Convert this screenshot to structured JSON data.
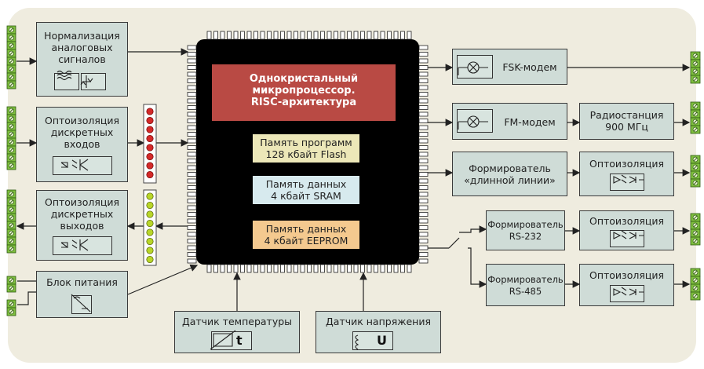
{
  "blocks": {
    "norm_analog": "Нормализация\nаналоговых\nсигналов",
    "opto_in": "Оптоизоляция\nдискретных\nвходов",
    "opto_out": "Оптоизоляция\nдискретных\nвыходов",
    "power": "Блок питания",
    "cpu": "Однокристальный\nмикропроцессор.\nRISC-архитектура",
    "mem_prog": "Память программ\n128 кбайт Flash",
    "mem_sram": "Память данных\n4 кбайт SRAM",
    "mem_eeprom": "Память данных\n4 кбайт EEPROM",
    "fsk": "FSK-модем",
    "fm": "FM-модем",
    "radio": "Радиостанция\n900 МГц",
    "long_line": "Формирователь\n«длинной линии»",
    "opto1": "Оптоизоляция",
    "rs232": "Формирователь\nRS-232",
    "opto2": "Оптоизоляция",
    "rs485": "Формирователь\nRS-485",
    "opto3": "Оптоизоляция",
    "temp_sensor": "Датчик температуры",
    "temp_icon": "t",
    "volt_sensor": "Датчик напряжения",
    "volt_icon": "U"
  },
  "colors": {
    "panel": "#efecdf",
    "block": "#cfdcd7",
    "chip": "#000000",
    "cpu": "#b94a44",
    "mem_prog": "#ece7b8",
    "mem_sram": "#d7eaee",
    "mem_eeprom": "#f4c98f",
    "led_red": "#d42a2a",
    "led_green": "#b9d62a",
    "terminal": "#7fbf3f"
  },
  "icons": [
    "terminal-block-icon",
    "filter-icon",
    "comparator-icon",
    "optocoupler-icon",
    "dc-dc-icon",
    "modem-icon",
    "thermistor-icon",
    "voltage-sensor-icon",
    "led-icon"
  ]
}
